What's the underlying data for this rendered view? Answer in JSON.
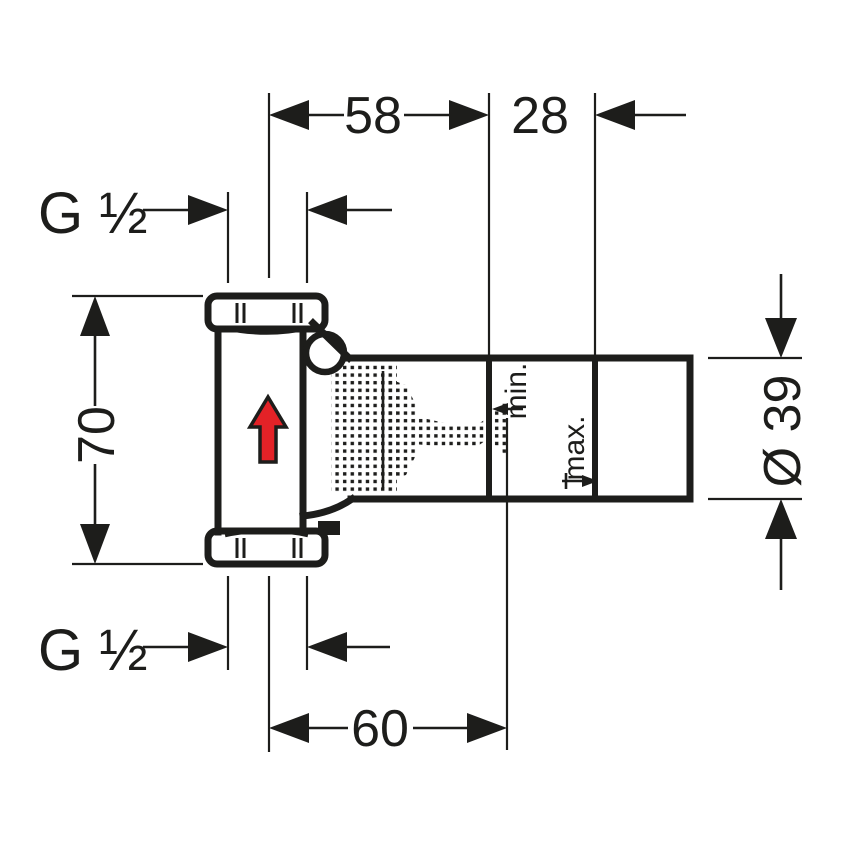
{
  "drawing": {
    "type": "technical-dimension-drawing",
    "part": "concealed shut-off valve rough set, side view",
    "labels": {
      "dim_width_axis_to_min": "58",
      "dim_min_to_max": "28",
      "dim_body_height": "70",
      "dim_axis_to_cartridge_face": "60",
      "dim_sleeve_diameter": "Ø 39",
      "thread_top": "G ½",
      "thread_bottom": "G ½",
      "min_plane": "min.",
      "max_plane": "max."
    },
    "colors": {
      "line": "#1d1d1b",
      "flow_arrow": "#e32227",
      "background": "#ffffff"
    },
    "flow_direction": "up"
  }
}
